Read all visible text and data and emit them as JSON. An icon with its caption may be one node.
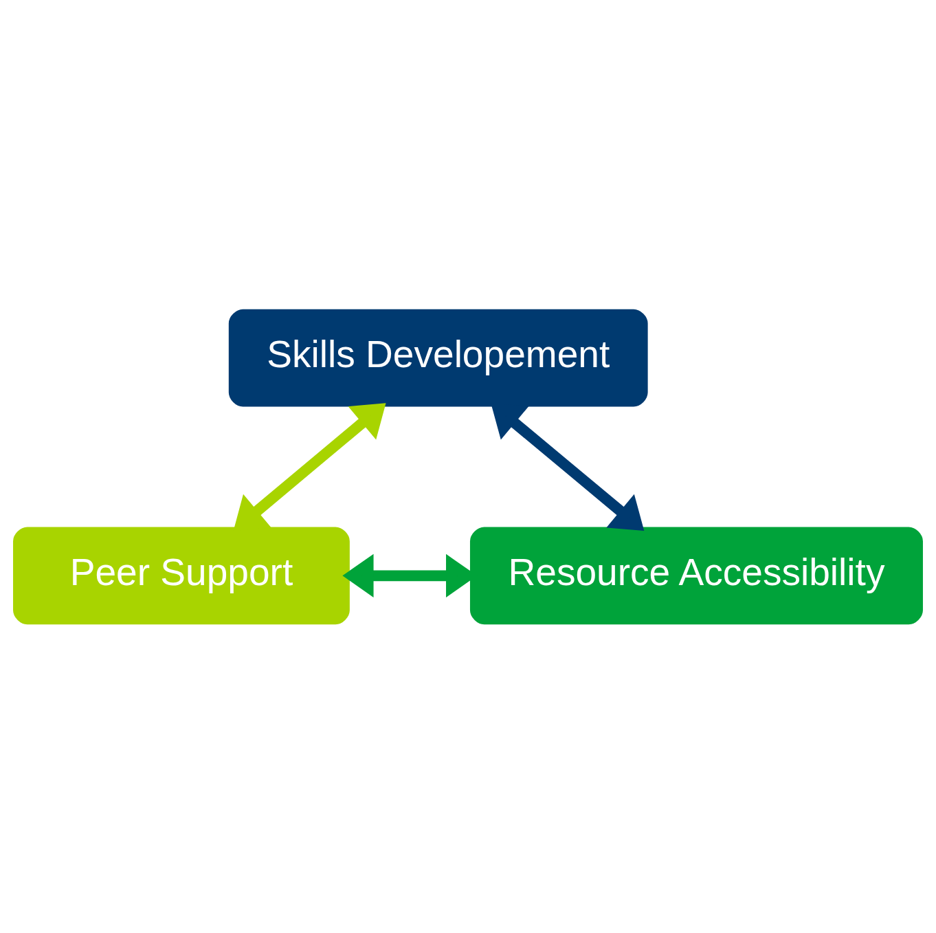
{
  "diagram": {
    "nodes": [
      {
        "text": [
          "Skills Developement"
        ]
      },
      {
        "text": [
          "Peer Support"
        ]
      },
      {
        "text": [
          "Resource Accessibility"
        ]
      }
    ],
    "edges": [
      {
        "from": 0,
        "to": 1,
        "arrow": "both",
        "color": "#a8d400"
      },
      {
        "from": 0,
        "to": 2,
        "arrow": "both",
        "color": "#003a70"
      },
      {
        "from": 1,
        "to": 2,
        "arrow": "both",
        "color": "#00a33a"
      }
    ]
  }
}
